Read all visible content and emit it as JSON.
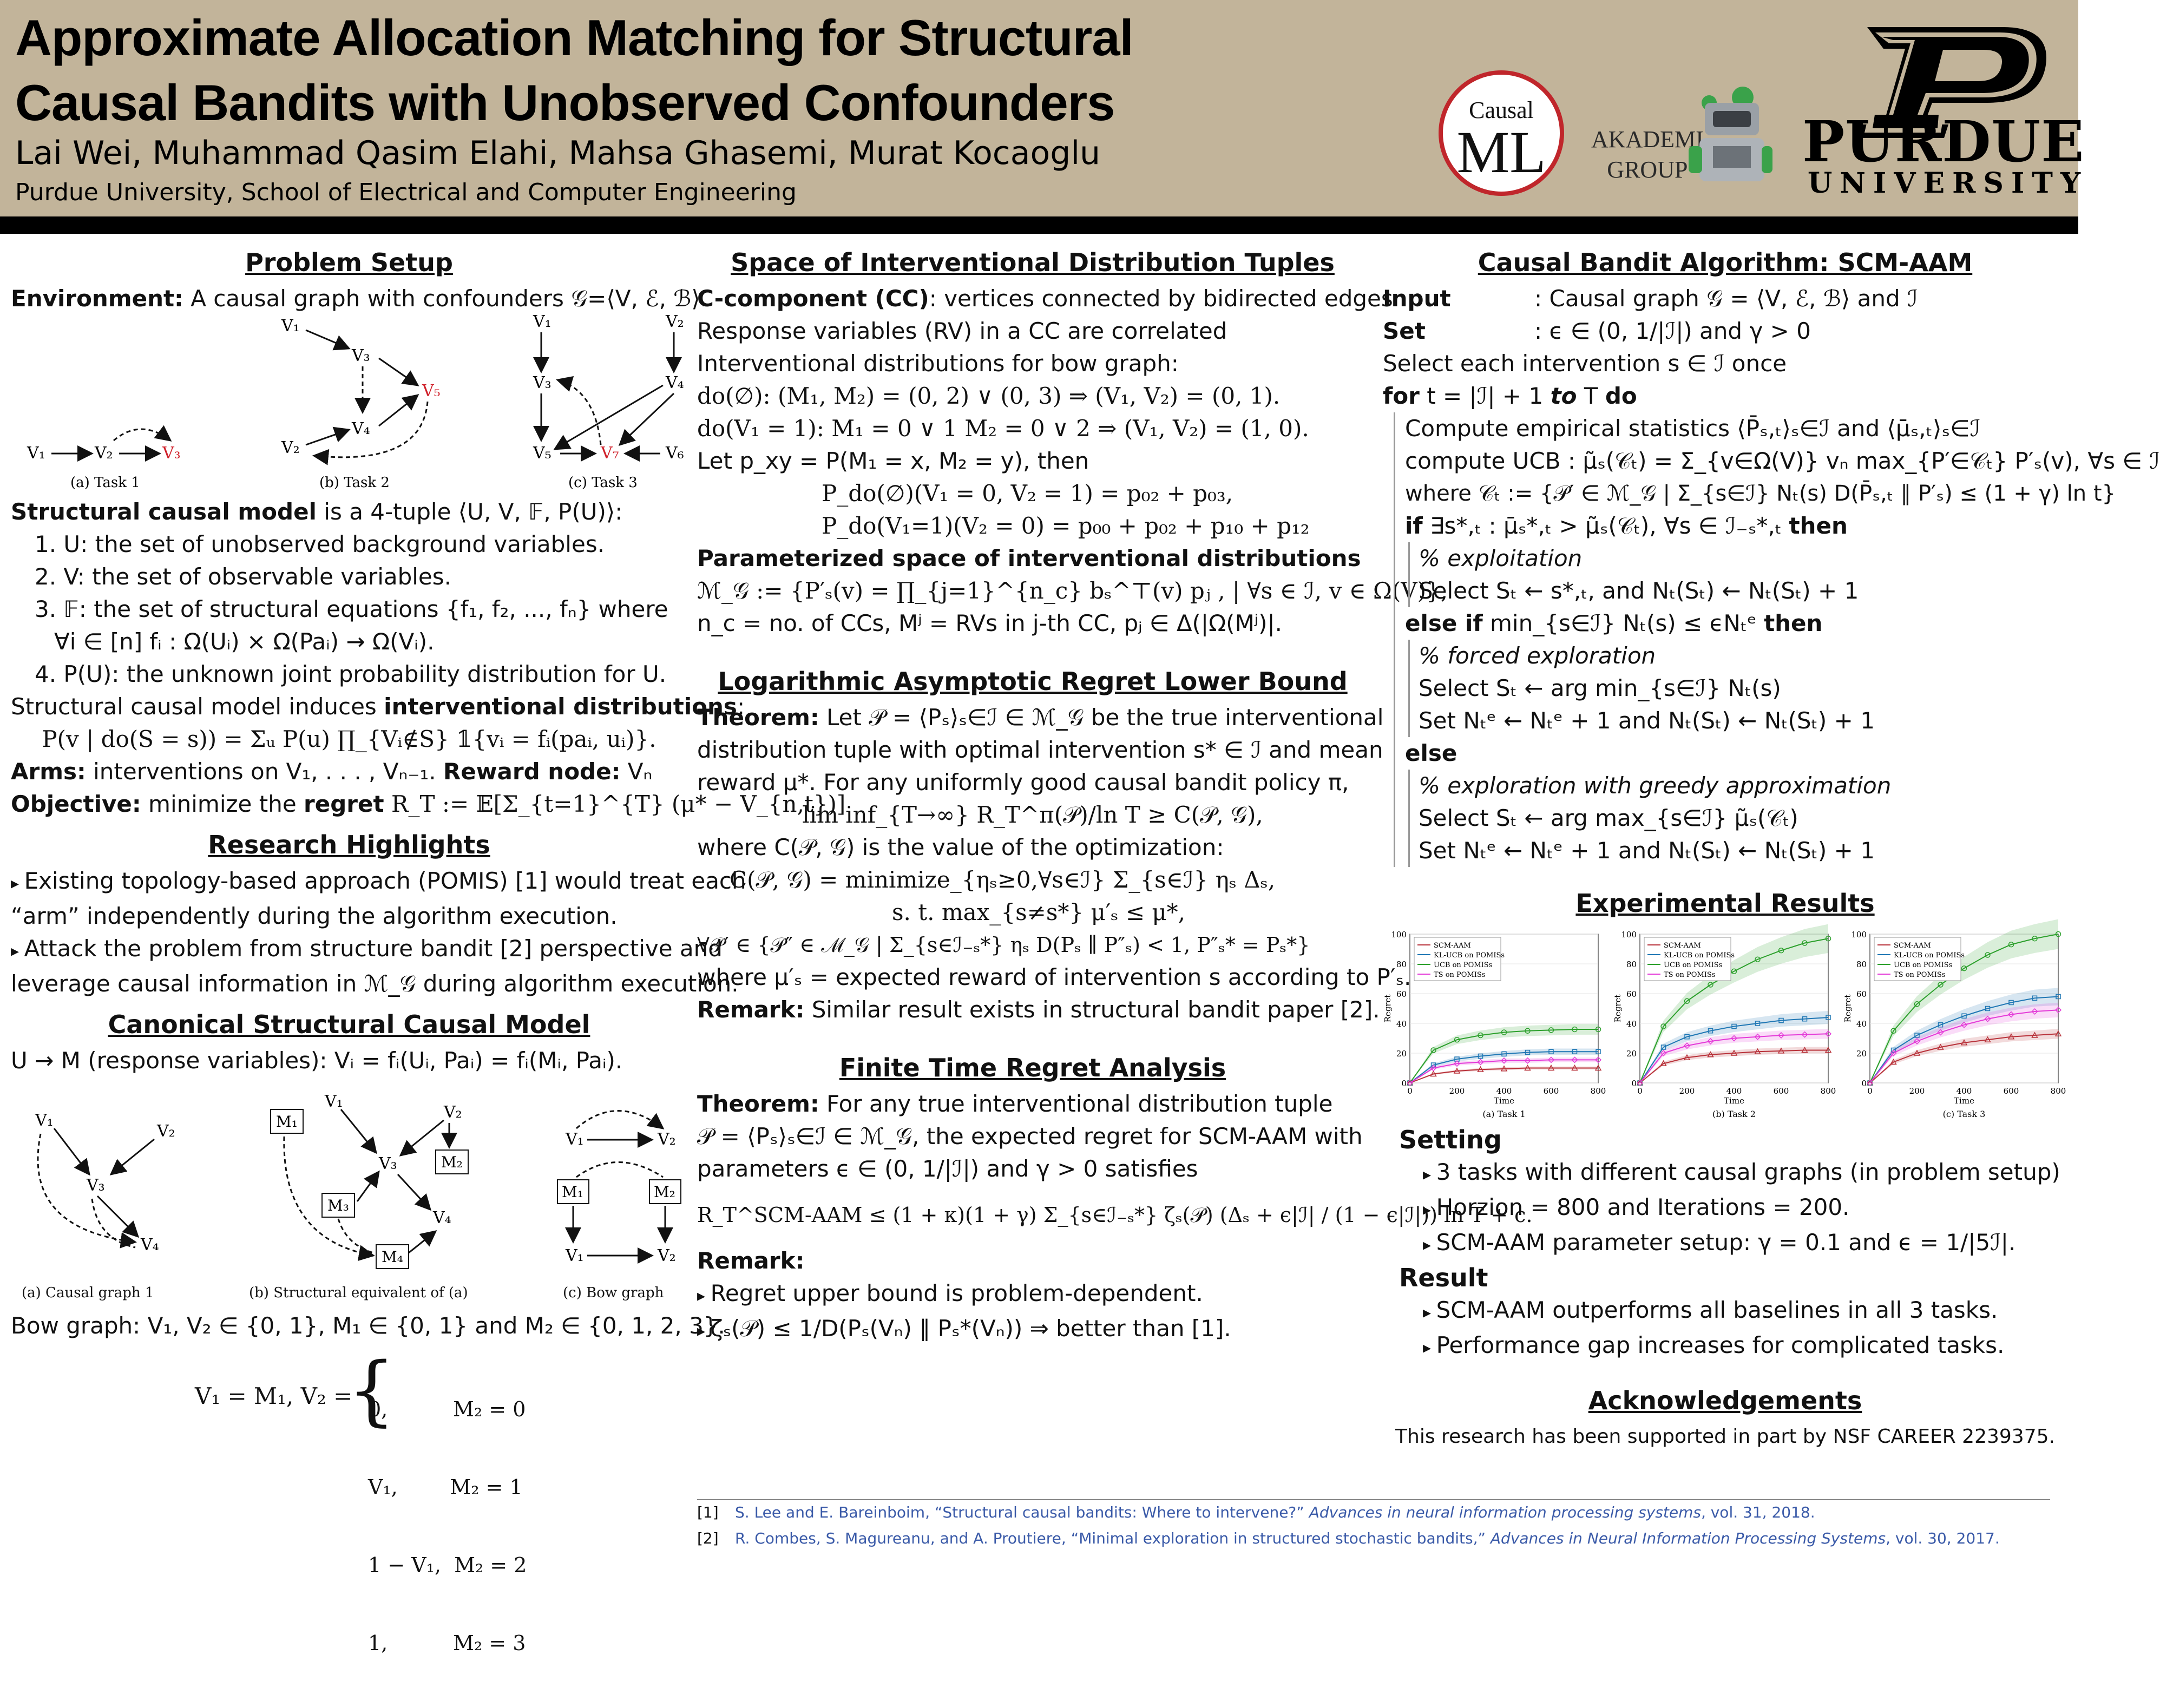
{
  "header": {
    "title_line1": "Approximate Allocation Matching for Structural",
    "title_line2": "Causal Bandits with Unobserved Confounders",
    "authors": "Lai Wei, Muhammad Qasim Elahi, Mahsa Ghasemi, Murat Kocaoglu",
    "affiliation": "Purdue University, School of Electrical and Computer Engineering",
    "logo_causal_top": "Causal",
    "logo_causal_bottom": "ML",
    "akademi_line1": "AKADEMI",
    "akademi_line2": "GROUP",
    "purdue_word": "PURDUE",
    "purdue_university": "UNIVERSITY"
  },
  "problem_setup": {
    "title": "Problem Setup",
    "env_label": "Environment:",
    "env_text": " A causal graph with confounders 𝒢=⟨V, ℰ, ℬ⟩.",
    "task_captions": [
      "(a) Task 1",
      "(b) Task 2",
      "(c) Task 3"
    ],
    "scm_label": "Structural causal model",
    "scm_text": " is a 4-tuple ⟨U, V, 𝔽, P(U)⟩:",
    "scm_items": [
      "1.  U: the set of unobserved background variables.",
      "2.  V: the set of observable variables.",
      "3.  𝔽: the set of structural equations {f₁, f₂, ..., fₙ} where",
      "∀i ∈ [n] fᵢ : Ω(Uᵢ) × Ω(Paᵢ) → Ω(Vᵢ).",
      "4.  P(U): the unknown joint probability distribution for U."
    ],
    "induces_text_a": "Structural causal model induces ",
    "induces_text_b": "interventional distributions",
    "induces_text_c": ":",
    "induces_eq": "P(v | do(S = s)) = Σᵤ P(u) ∏_{Vᵢ∉S} 𝟙{vᵢ = fᵢ(paᵢ, uᵢ)}.",
    "arms_label": "Arms:",
    "arms_text": " interventions on V₁, . . . , Vₙ₋₁. ",
    "reward_label": "Reward node:",
    "reward_text": " Vₙ",
    "obj_label": "Objective:",
    "obj_text": " minimize the ",
    "obj_regret": "regret",
    "obj_eq": " R_T := 𝔼[Σ_{t=1}^{T} (μ* − V_{n,t})]"
  },
  "highlights": {
    "title": "Research Highlights",
    "items": [
      "Existing topology-based approach (POMIS) [1] would treat each",
      "“arm” independently during the algorithm execution.",
      "Attack the problem from structure bandit [2] perspective and",
      "leverage causal information in ℳ_𝒢 during algorithm execution."
    ]
  },
  "canonical": {
    "title": "Canonical Structural Causal Model",
    "line1": "U → M (response variables): Vᵢ = fᵢ(Uᵢ, Paᵢ) = fᵢ(Mᵢ, Paᵢ).",
    "captions": [
      "(a) Causal graph 1",
      "(b) Structural equivalent of (a)",
      "(c) Bow graph"
    ],
    "bow_line": "Bow graph: V₁, V₂ ∈ {0, 1}, M₁ ∈ {0, 1} and M₂ ∈ {0, 1, 2, 3}.",
    "v_def": "V₁ = M₁,  V₂ =",
    "cases": [
      "0,          M₂ = 0",
      "V₁,        M₂ = 1",
      "1 − V₁,  M₂ = 2",
      "1,          M₂ = 3"
    ]
  },
  "space": {
    "title": "Space of Interventional Distribution Tuples",
    "lines": [
      "vertices connected by bidirected edges",
      "Response variables (RV) in a CC are correlated",
      "Interventional distributions for bow graph:",
      "do(∅): (M₁, M₂) = (0, 2) ∨ (0, 3) ⇒ (V₁, V₂) = (0, 1).",
      "do(V₁ = 1): M₁ = 0 ∨ 1 M₂ = 0 ∨ 2 ⇒ (V₁, V₂) = (1, 0).",
      "Let p_xy = P(M₁ = x, M₂ = y), then",
      "P_do(∅)(V₁ = 0, V₂ = 1) = p₀₂ + p₀₃,",
      "P_do(V₁=1)(V₂ = 0) = p₀₀ + p₀₂ + p₁₀ + p₁₂"
    ],
    "cc_label": "C-component (CC)",
    "cc_colon": ": ",
    "param_title": "Parameterized space of interventional distributions",
    "param_eq": "ℳ_𝒢 := {P′ₛ(v) = ∏_{j=1}^{n_c} bₛ^⊤(v) pⱼ , | ∀s ∈ ℐ, v ∈ Ω(V)},",
    "param_def": "n_c = no. of CCs, Mʲ = RVs in j-th CC, pⱼ ∈ Δ(|Ω(Mʲ)|."
  },
  "lower_bound": {
    "title": "Logarithmic Asymptotic Regret Lower Bound",
    "thm_label": "Theorem:",
    "lines": [
      "  Let 𝒫 = ⟨Pₛ⟩ₛ∈ℐ ∈ ℳ_𝒢 be the true interventional",
      "distribution tuple with optimal intervention s* ∈ ℐ and mean",
      "reward μ*. For any uniformly good causal bandit policy π,",
      "lim inf_{T→∞} R_T^π(𝒫)/ln T ≥ C(𝒫, 𝒢),",
      "where C(𝒫, 𝒢) is the value of the optimization:",
      "C(𝒫, 𝒢) = minimize_{ηₛ≥0,∀s∈ℐ} Σ_{s∈ℐ} ηₛ Δₛ,",
      "s. t. max_{s≠s*} μ′ₛ ≤ μ*,",
      "∀𝒫′ ∈ {𝒫″ ∈ ℳ_𝒢 | Σ_{s∈ℐ₋ₛ*} ηₛ D(Pₛ ∥ P″ₛ) < 1, P″ₛ* = Pₛ*}",
      "where μ′ₛ = expected reward of intervention s according to P′ₛ."
    ],
    "remark_label": "Remark:",
    "remark_text": " Similar result exists in structural bandit paper [2]."
  },
  "finite": {
    "title": "Finite Time Regret Analysis",
    "thm_label": "Theorem:",
    "lines": [
      "  For any true interventional distribution tuple",
      "𝒫 = ⟨Pₛ⟩ₛ∈ℐ ∈ ℳ_𝒢, the expected regret for SCM-AAM with",
      "parameters ϵ ∈ (0, 1/|ℐ|) and γ > 0 satisfies"
    ],
    "bound": "R_T^SCM-AAM ≤ (1 + κ)(1 + γ) Σ_{s∈ℐ₋ₛ*} ζₛ(𝒫) (Δₛ + ϵ|ℐ| / (1 − ϵ|ℐ|)) ln T + c.",
    "remark_label": "Remark:",
    "remarks": [
      "Regret upper bound is problem-dependent.",
      "ζₛ(𝒫) ≤ 1/D(Pₛ(Vₙ) ∥ Pₛ*(Vₙ)) ⇒ better than [1]."
    ]
  },
  "algorithm": {
    "title": "Causal Bandit Algorithm: SCM-AAM",
    "input_label": "Input",
    "input_text": ": Causal graph 𝒢 = ⟨V, ℰ, ℬ⟩ and ℐ",
    "set_label": "Set",
    "set_text": ": ϵ ∈ (0, 1/|ℐ|) and γ > 0",
    "select_once": "Select each intervention s ∈ ℐ once",
    "for_a": "for",
    "for_b": " t = |ℐ| + 1 ",
    "for_c": "to",
    "for_d": " T ",
    "for_e": "do",
    "compute1": "Compute empirical statistics ⟨P̄ₛ,ₜ⟩ₛ∈ℐ and ⟨μ̄ₛ,ₜ⟩ₛ∈ℐ",
    "compute2": "compute UCB : μ̃ₛ(𝒞ₜ) = Σ_{v∈Ω(V)} vₙ max_{P′∈𝒞ₜ} P′ₛ(v), ∀s ∈ ℐ",
    "compute3": "where 𝒞ₜ := {𝒫′ ∈ ℳ_𝒢 | Σ_{s∈ℐ} Nₜ(s) D(P̄ₛ,ₜ ∥ P′ₛ) ≤ (1 + γ) ln t}",
    "if_a": "if",
    "if_b": " ∃s*,ₜ : μ̄ₛ*,ₜ > μ̃ₛ(𝒞ₜ), ∀s ∈ ℐ₋ₛ*,ₜ ",
    "if_c": "then",
    "exploit_comment": "% exploitation",
    "exploit_stmt": "Select Sₜ ← s*,ₜ, and Nₜ(Sₜ) ← Nₜ(Sₜ) + 1",
    "elseif_a": "else if",
    "elseif_b": " min_{s∈ℐ} Nₜ(s) ≤ ϵNₜᵉ ",
    "elseif_c": "then",
    "forced_comment": "% forced exploration",
    "forced_stmt1": "Select Sₜ ← arg min_{s∈ℐ} Nₜ(s)",
    "forced_stmt2": "Set Nₜᵉ ← Nₜᵉ + 1 and Nₜ(Sₜ) ← Nₜ(Sₜ) + 1",
    "else": "else",
    "greedy_comment": "% exploration with greedy approximation",
    "greedy_stmt1": "Select Sₜ ← arg max_{s∈ℐ} μ̃ₛ(𝒞ₜ)",
    "greedy_stmt2": "Set Nₜᵉ ← Nₜᵉ + 1 and Nₜ(Sₜ) ← Nₜ(Sₜ) + 1"
  },
  "experiments": {
    "title": "Experimental Results",
    "setting_title": "Setting",
    "setting_items": [
      "3 tasks with different causal graphs (in problem setup)",
      "Horzion = 800 and Iterations = 200.",
      "SCM-AAM parameter setup: γ = 0.1 and ϵ = 1/|5ℐ|."
    ],
    "result_title": "Result",
    "result_items": [
      "SCM-AAM outperforms all baselines in all 3 tasks.",
      "Performance gap increases for complicated tasks."
    ]
  },
  "ack": {
    "title": "Acknowledgements",
    "text": "This research has been supported in part by NSF CAREER 2239375."
  },
  "refs": [
    {
      "num": "[1]",
      "authors": "S. Lee and E. Bareinboim, “Structural causal bandits: Where to intervene?” ",
      "venue": "Advances in neural information processing systems",
      "tail": ", vol. 31, 2018."
    },
    {
      "num": "[2]",
      "authors": "R. Combes, S. Magureanu, and A. Proutiere, “Minimal exploration in structured stochastic bandits,” ",
      "venue": "Advances in Neural Information Processing Systems",
      "tail": ", vol. 30, 2017."
    }
  ],
  "colors": {
    "header_bg": "#c2b49a",
    "scm_aam": "#b8323a",
    "kl_ucb": "#1f77b4",
    "ucb": "#2ca02c",
    "ts": "#e43bd8"
  },
  "chart_data": [
    {
      "type": "line",
      "caption": "(a) Task 1",
      "xlabel": "Time",
      "ylabel": "Regret",
      "xlim": [
        0,
        800
      ],
      "ylim": [
        0,
        100
      ],
      "x": [
        0,
        100,
        200,
        300,
        400,
        500,
        600,
        700,
        800
      ],
      "series": [
        {
          "name": "SCM-AAM",
          "values": [
            0,
            6,
            8,
            9,
            9.5,
            10,
            10,
            10,
            10
          ]
        },
        {
          "name": "KL-UCB on POMISs",
          "values": [
            0,
            12,
            16,
            18,
            19.5,
            20.5,
            21,
            21,
            21
          ]
        },
        {
          "name": "UCB on POMISs",
          "values": [
            0,
            22,
            29,
            32,
            34,
            35,
            35.5,
            36,
            36
          ]
        },
        {
          "name": "TS on POMISs",
          "values": [
            0,
            10,
            13,
            14,
            15,
            15,
            15.5,
            15.5,
            15.5
          ]
        }
      ]
    },
    {
      "type": "line",
      "caption": "(b) Task 2",
      "xlabel": "Time",
      "ylabel": "Regret",
      "xlim": [
        0,
        800
      ],
      "ylim": [
        0,
        100
      ],
      "x": [
        0,
        100,
        200,
        300,
        400,
        500,
        600,
        700,
        800
      ],
      "series": [
        {
          "name": "SCM-AAM",
          "values": [
            0,
            13,
            17,
            19,
            20,
            21,
            21.5,
            22,
            22
          ]
        },
        {
          "name": "KL-UCB on POMISs",
          "values": [
            0,
            24,
            31,
            35,
            38,
            40,
            42,
            43,
            44
          ]
        },
        {
          "name": "UCB on POMISs",
          "values": [
            0,
            38,
            55,
            66,
            75,
            83,
            89,
            94,
            97
          ]
        },
        {
          "name": "TS on POMISs",
          "values": [
            0,
            20,
            25,
            28,
            30,
            31,
            32,
            32.5,
            33
          ]
        }
      ]
    },
    {
      "type": "line",
      "caption": "(c) Task 3",
      "xlabel": "Time",
      "ylabel": "Regret",
      "xlim": [
        0,
        800
      ],
      "ylim": [
        0,
        100
      ],
      "x": [
        0,
        100,
        200,
        300,
        400,
        500,
        600,
        700,
        800
      ],
      "series": [
        {
          "name": "SCM-AAM",
          "values": [
            0,
            14,
            20,
            24,
            27,
            29,
            31,
            32,
            33
          ]
        },
        {
          "name": "KL-UCB on POMISs",
          "values": [
            0,
            22,
            32,
            39,
            45,
            50,
            54,
            57,
            58
          ]
        },
        {
          "name": "UCB on POMISs",
          "values": [
            0,
            35,
            53,
            66,
            77,
            86,
            93,
            97,
            100
          ]
        },
        {
          "name": "TS on POMISs",
          "values": [
            0,
            20,
            28,
            34,
            39,
            43,
            46,
            48,
            49
          ]
        }
      ]
    }
  ]
}
